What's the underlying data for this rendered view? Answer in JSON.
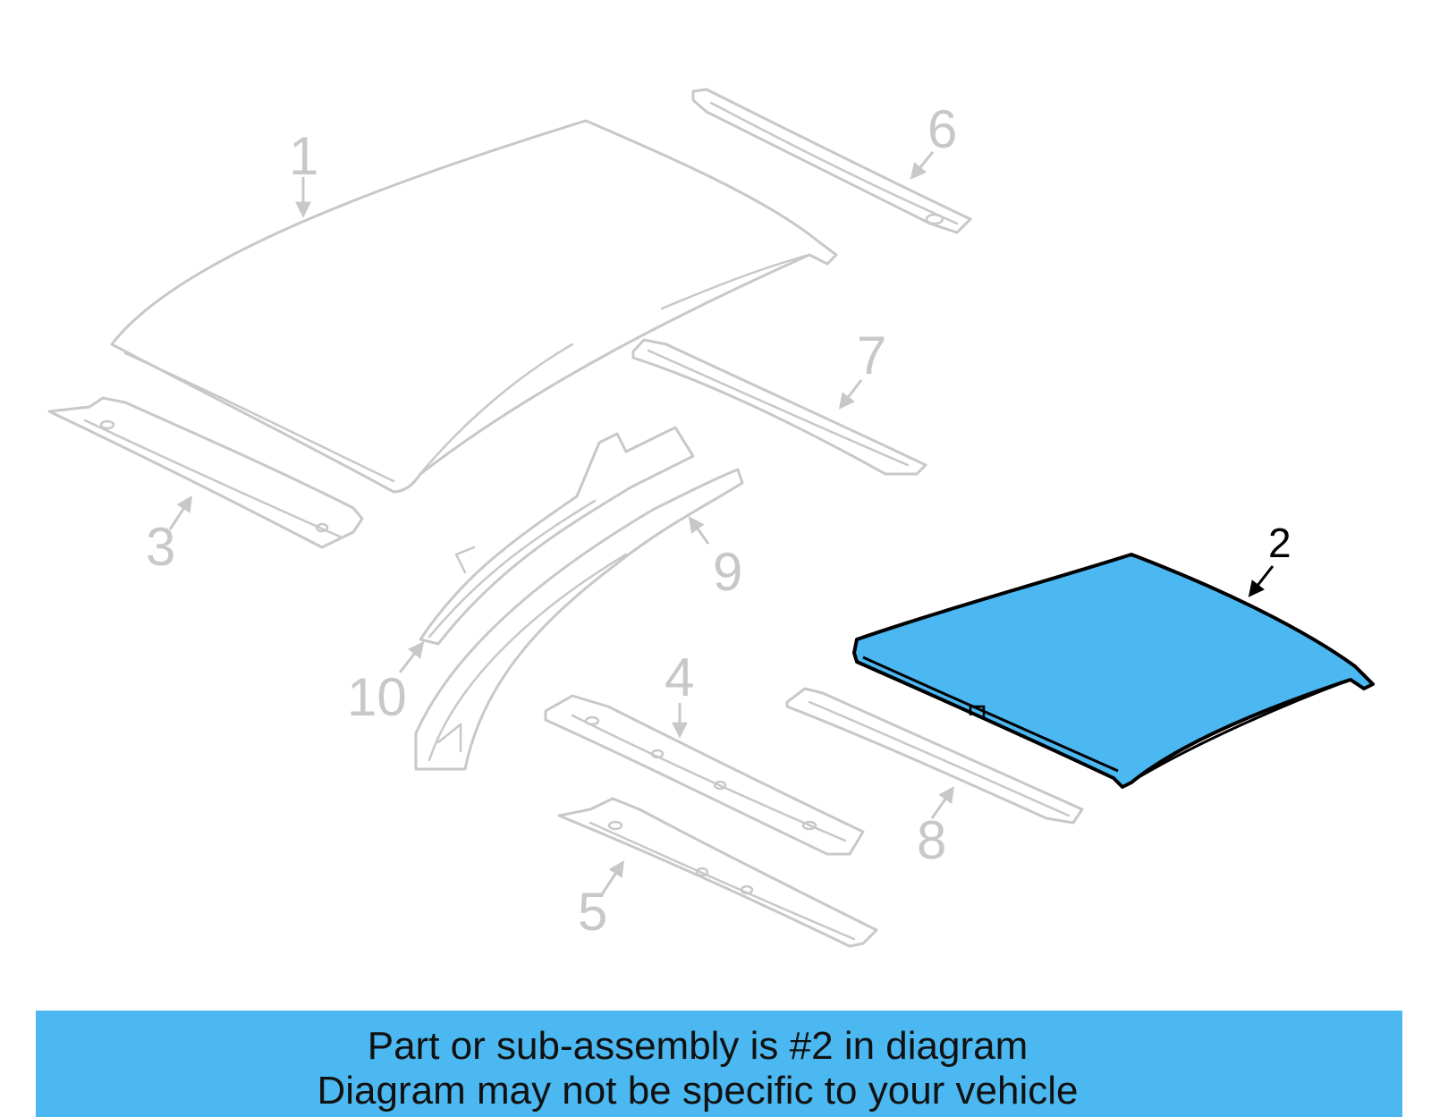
{
  "diagram": {
    "highlight_color": "#4cb8f1",
    "ghost_color": "#c8c8c8",
    "callouts": [
      {
        "id": "1",
        "label": "1",
        "highlighted": false
      },
      {
        "id": "2",
        "label": "2",
        "highlighted": true
      },
      {
        "id": "3",
        "label": "3",
        "highlighted": false
      },
      {
        "id": "4",
        "label": "4",
        "highlighted": false
      },
      {
        "id": "5",
        "label": "5",
        "highlighted": false
      },
      {
        "id": "6",
        "label": "6",
        "highlighted": false
      },
      {
        "id": "7",
        "label": "7",
        "highlighted": false
      },
      {
        "id": "8",
        "label": "8",
        "highlighted": false
      },
      {
        "id": "9",
        "label": "9",
        "highlighted": false
      },
      {
        "id": "10",
        "label": "10",
        "highlighted": false
      }
    ]
  },
  "banner": {
    "line1": "Part or sub-assembly is #2 in diagram",
    "line2": "Diagram may not be specific to your vehicle",
    "background": "#4cb8f1"
  }
}
